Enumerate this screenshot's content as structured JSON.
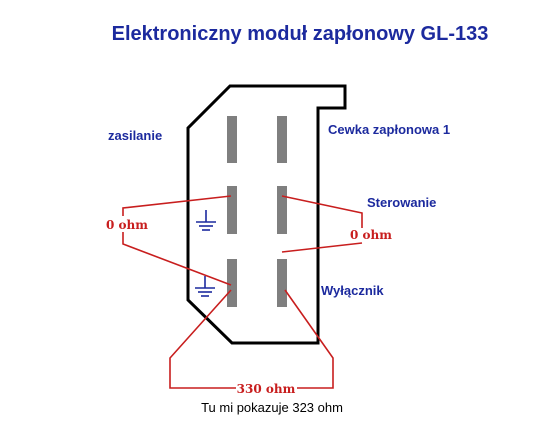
{
  "diagram": {
    "title": "Elektroniczny moduł zapłonowy GL-133",
    "labels": {
      "power": "zasilanie",
      "coil": "Cewka zapłonowa 1",
      "control": "Sterowanie",
      "switch": "Wyłącznik"
    },
    "measurements": {
      "left_resistance": "0 ohm",
      "right_resistance": "0 ohm",
      "bottom_resistance": "330 ohm"
    },
    "note": "Tu mi pokazuje 323 ohm"
  },
  "colors": {
    "title": "#1c2a9e",
    "labels": "#1c2a9e",
    "measurements": "#c81e1e",
    "pins": "#7f7f7f",
    "outline": "#000000",
    "ground_symbol": "#1c2a9e"
  },
  "icons": {
    "ground": "ground-icon"
  }
}
